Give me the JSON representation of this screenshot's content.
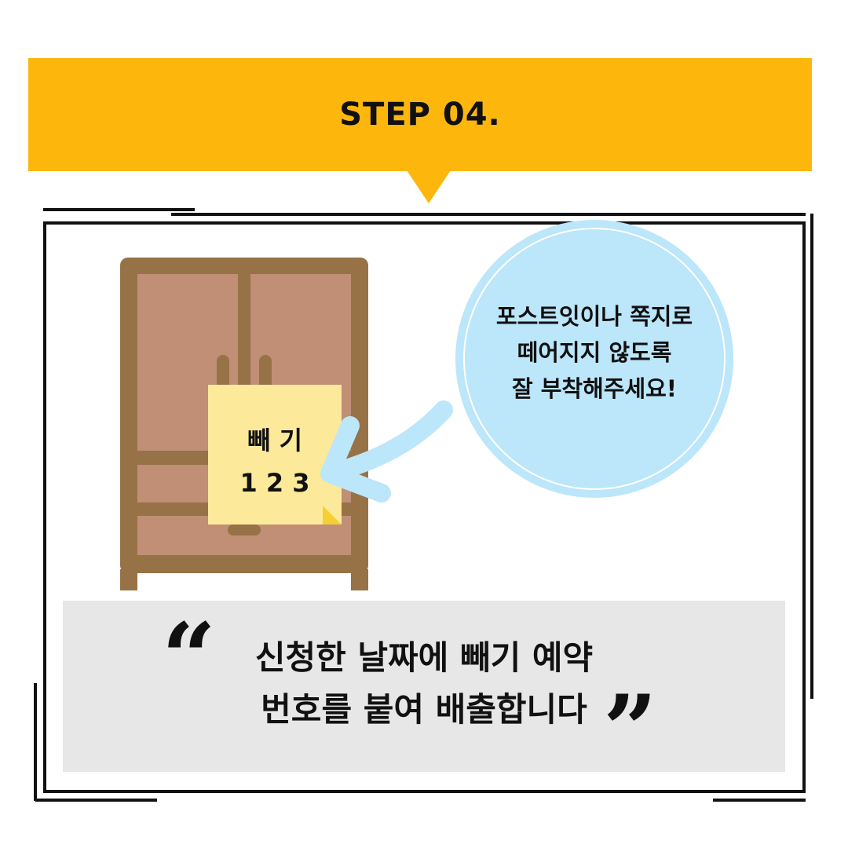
{
  "banner": {
    "title": "STEP 04."
  },
  "bubble": {
    "lines": [
      "포스트잇이나 쪽지로",
      "떼어지지 않도록",
      "잘 부착해주세요!"
    ]
  },
  "note": {
    "line1": "빼 기",
    "line2": "1 2 3"
  },
  "quote": {
    "open_mark": "“",
    "close_mark": "”",
    "lines": [
      "신청한 날짜에 빼기 예약",
      "번호를 붙여 배출합니다"
    ]
  },
  "colors": {
    "banner": "#fdb70c",
    "bubble": "#bce6fa",
    "cabinet_frame": "#977247",
    "cabinet_panel": "#c08f76",
    "note": "#fde99a",
    "quote_box": "#e7e7e7"
  }
}
